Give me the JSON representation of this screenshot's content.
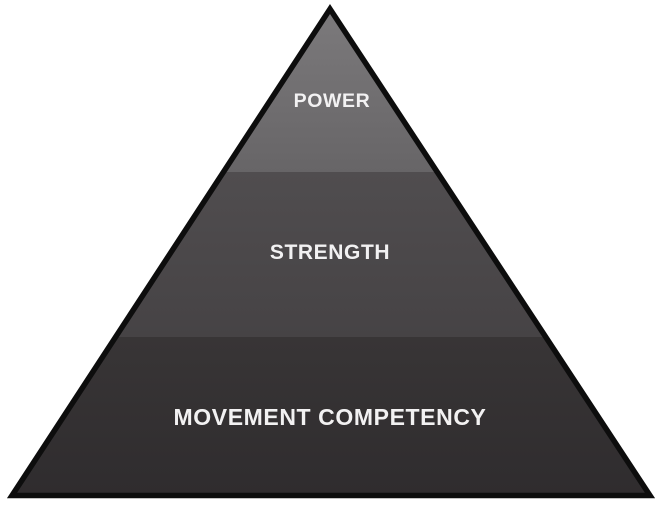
{
  "diagram": {
    "background_color": "#ffffff",
    "outline_color": "#0d0d0d",
    "label_color": "#f2f1f2",
    "tiers": [
      {
        "label": "POWER",
        "color_top": "#7d7b7d",
        "color_bottom": "#676567"
      },
      {
        "label": "STRENGTH",
        "color_top": "#504d4f",
        "color_bottom": "#464345"
      },
      {
        "label": "MOVEMENT COMPETENCY",
        "color_top": "#383536",
        "color_bottom": "#2f2c2e"
      }
    ]
  }
}
